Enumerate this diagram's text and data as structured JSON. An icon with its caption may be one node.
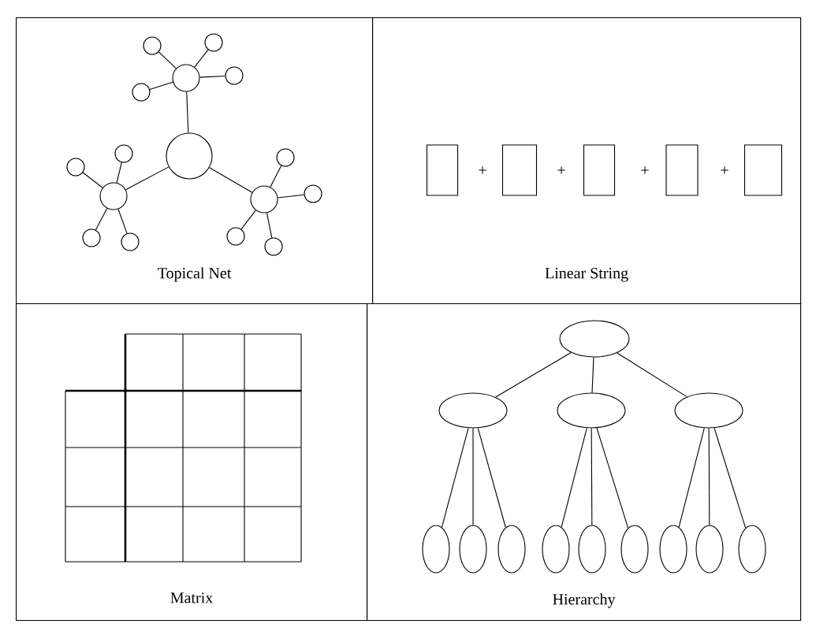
{
  "diagram": {
    "nodes": [
      {
        "text": [
          "Topical Net"
        ]
      },
      {
        "text": [
          "Linear String"
        ]
      },
      {
        "text": [
          "Matrix"
        ]
      },
      {
        "text": [
          "Hierarchy"
        ]
      },
      {
        "text": [],
        "shape": "circle",
        "in": 0
      },
      {
        "text": [],
        "shape": "circle",
        "in": 0
      },
      {
        "text": [],
        "shape": "circle",
        "in": 0
      },
      {
        "text": [],
        "shape": "circle",
        "in": 0
      },
      {
        "text": [],
        "shape": "circle",
        "in": 0
      },
      {
        "text": [],
        "shape": "circle",
        "in": 0
      },
      {
        "text": [],
        "shape": "circle",
        "in": 0
      },
      {
        "text": [],
        "shape": "circle",
        "in": 0
      },
      {
        "text": [],
        "shape": "circle",
        "in": 0
      },
      {
        "text": [],
        "shape": "circle",
        "in": 0
      },
      {
        "text": [],
        "shape": "circle",
        "in": 0
      },
      {
        "text": [],
        "shape": "circle",
        "in": 0
      },
      {
        "text": [],
        "shape": "circle",
        "in": 0
      },
      {
        "text": [],
        "shape": "circle",
        "in": 0
      },
      {
        "text": [],
        "shape": "circle",
        "in": 0
      },
      {
        "text": [],
        "shape": "circle",
        "in": 0
      },
      {
        "text": [],
        "shape": "box",
        "in": 1
      },
      {
        "text": [],
        "shape": "box",
        "in": 1
      },
      {
        "text": [],
        "shape": "box",
        "in": 1
      },
      {
        "text": [],
        "shape": "box",
        "in": 1
      },
      {
        "text": [],
        "shape": "box",
        "in": 1
      },
      {
        "text": [],
        "shape": "ellipse",
        "in": 3
      },
      {
        "text": [],
        "shape": "ellipse",
        "in": 3
      },
      {
        "text": [],
        "shape": "ellipse",
        "in": 3
      },
      {
        "text": [],
        "shape": "ellipse",
        "in": 3
      },
      {
        "text": [],
        "shape": "ellipse",
        "in": 3
      },
      {
        "text": [],
        "shape": "ellipse",
        "in": 3
      },
      {
        "text": [],
        "shape": "ellipse",
        "in": 3
      },
      {
        "text": [],
        "shape": "ellipse",
        "in": 3
      },
      {
        "text": [],
        "shape": "ellipse",
        "in": 3
      },
      {
        "text": [],
        "shape": "ellipse",
        "in": 3
      },
      {
        "text": [],
        "shape": "ellipse",
        "in": 3
      },
      {
        "text": [],
        "shape": "ellipse",
        "in": 3
      },
      {
        "text": [],
        "shape": "ellipse",
        "in": 3
      }
    ],
    "edges": [
      {
        "from": 4,
        "to": 5,
        "arrow": "none"
      },
      {
        "from": 4,
        "to": 6,
        "arrow": "none"
      },
      {
        "from": 4,
        "to": 7,
        "arrow": "none"
      },
      {
        "from": 5,
        "to": 8,
        "arrow": "none"
      },
      {
        "from": 5,
        "to": 9,
        "arrow": "none"
      },
      {
        "from": 5,
        "to": 10,
        "arrow": "none"
      },
      {
        "from": 5,
        "to": 11,
        "arrow": "none"
      },
      {
        "from": 6,
        "to": 12,
        "arrow": "none"
      },
      {
        "from": 6,
        "to": 13,
        "arrow": "none"
      },
      {
        "from": 6,
        "to": 14,
        "arrow": "none"
      },
      {
        "from": 6,
        "to": 15,
        "arrow": "none"
      },
      {
        "from": 7,
        "to": 16,
        "arrow": "none"
      },
      {
        "from": 7,
        "to": 17,
        "arrow": "none"
      },
      {
        "from": 7,
        "to": 18,
        "arrow": "none"
      },
      {
        "from": 7,
        "to": 19,
        "arrow": "none"
      },
      {
        "from": 25,
        "to": 26,
        "arrow": "none"
      },
      {
        "from": 25,
        "to": 27,
        "arrow": "none"
      },
      {
        "from": 25,
        "to": 28,
        "arrow": "none"
      },
      {
        "from": 26,
        "to": 29,
        "arrow": "none"
      },
      {
        "from": 26,
        "to": 30,
        "arrow": "none"
      },
      {
        "from": 26,
        "to": 31,
        "arrow": "none"
      },
      {
        "from": 27,
        "to": 32,
        "arrow": "none"
      },
      {
        "from": 27,
        "to": 33,
        "arrow": "none"
      },
      {
        "from": 27,
        "to": 34,
        "arrow": "none"
      },
      {
        "from": 28,
        "to": 35,
        "arrow": "none"
      },
      {
        "from": 28,
        "to": 36,
        "arrow": "none"
      },
      {
        "from": 28,
        "to": 37,
        "arrow": "none"
      }
    ],
    "labels": [
      "+",
      "+",
      "+",
      "+"
    ]
  }
}
